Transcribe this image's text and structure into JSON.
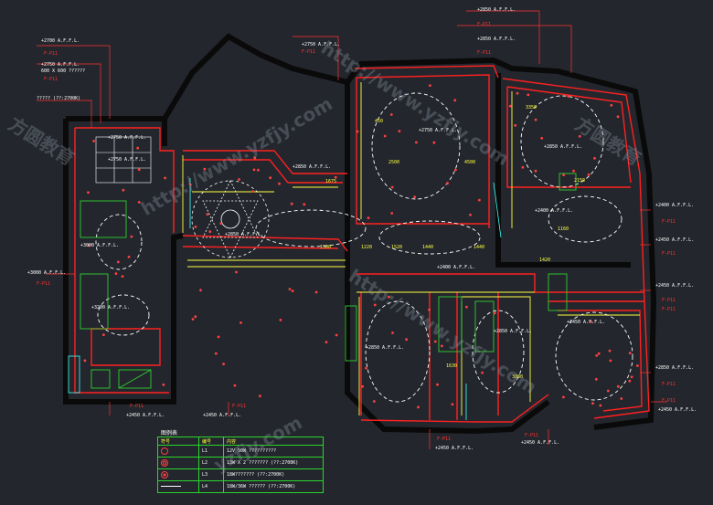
{
  "plan": {
    "labels_white": [
      {
        "text": "+2700 A.F.F.L.",
        "id": "t1"
      },
      {
        "text": "+2750 A.F.F.L.",
        "id": "t2"
      },
      {
        "text": "600 X 600 ??????",
        "id": "t3"
      },
      {
        "text": "????? (??:2700K)",
        "id": "t4"
      },
      {
        "text": "+2750 A.F.F.L.",
        "id": "t5"
      },
      {
        "text": "+2850 A.F.F.L.",
        "id": "t6"
      },
      {
        "text": "+2850 A.F.F.L.",
        "id": "t7"
      },
      {
        "text": "+2750 A.F.F.L.",
        "id": "t8"
      },
      {
        "text": "+2750 A.F.F.L.",
        "id": "t9"
      },
      {
        "text": "+2750 A.F.F.L.",
        "id": "t10"
      },
      {
        "text": "+2850 A.F.F.L.",
        "id": "t11"
      },
      {
        "text": "+3000 A.F.F.L.",
        "id": "t12"
      },
      {
        "text": "+3000 A.F.F.L.",
        "id": "t13"
      },
      {
        "text": "+2850 A.F.F.L.",
        "id": "t14"
      },
      {
        "text": "+2400 A.F.F.L.",
        "id": "t15"
      },
      {
        "text": "+2400 A.F.F.L.",
        "id": "t16"
      },
      {
        "text": "+2400 A.F.F.L.",
        "id": "t17"
      },
      {
        "text": "+2450 A.F.F.L.",
        "id": "t18"
      },
      {
        "text": "+2450 A.F.F.L.",
        "id": "t19"
      },
      {
        "text": "+2850 A.F.F.L.",
        "id": "t20"
      },
      {
        "text": "+2850 A.F.F.L.",
        "id": "t21"
      },
      {
        "text": "+2850 A.F.F.L.",
        "id": "t22"
      },
      {
        "text": "+2450 A.F.F.L.",
        "id": "t23"
      },
      {
        "text": "+2450 A.F.F.L.",
        "id": "t24"
      },
      {
        "text": "+2450 A.F.F.L.",
        "id": "t25"
      },
      {
        "text": "+2450 A.F.F.L.",
        "id": "t26"
      },
      {
        "text": "+2450 A.F.F.L.",
        "id": "t27"
      },
      {
        "text": "+2450 A.F.F.L.",
        "id": "t28"
      },
      {
        "text": "+3200 A.F.F.L.",
        "id": "t29"
      },
      {
        "text": "+2850 A.F.F.L.",
        "id": "t30"
      }
    ],
    "labels_red": [
      {
        "text": "F-P11",
        "id": "r1"
      },
      {
        "text": "F-P11",
        "id": "r2"
      },
      {
        "text": "F-P11",
        "id": "r3"
      },
      {
        "text": "F-P11",
        "id": "r4"
      },
      {
        "text": "F-P11",
        "id": "r5"
      },
      {
        "text": "F-P11",
        "id": "r6"
      },
      {
        "text": "F-P11",
        "id": "r7"
      },
      {
        "text": "F-P11",
        "id": "r8"
      },
      {
        "text": "F-P11",
        "id": "r9"
      },
      {
        "text": "F-P11",
        "id": "r10"
      },
      {
        "text": "F-P11",
        "id": "r11"
      },
      {
        "text": "F-P11",
        "id": "r12"
      },
      {
        "text": "F-P11",
        "id": "r13"
      },
      {
        "text": "F-P11",
        "id": "r14"
      },
      {
        "text": "F-P11",
        "id": "r15"
      },
      {
        "text": "F-P11",
        "id": "r16"
      }
    ],
    "dims": [
      "1500",
      "1220",
      "1520",
      "1440",
      "1440",
      "1420",
      "2500",
      "4500",
      "3350",
      "2150",
      "450",
      "1675",
      "3880",
      "1630",
      "1160"
    ]
  },
  "legend": {
    "title": "图例表",
    "head": [
      "符号",
      "编号",
      "内容"
    ],
    "rows": [
      {
        "code": "L1",
        "desc": "12V 50W ??????????"
      },
      {
        "code": "L2",
        "desc": "13W X 2 ??????? (??:2700K)"
      },
      {
        "code": "L3",
        "desc": "18W??????? (??:2700K)"
      },
      {
        "code": "L4",
        "desc": "18W/36W ?????? (??:2700K)"
      }
    ]
  },
  "watermark": {
    "text1": "http://www.yzfjy.com",
    "text2": "方圆教育",
    "text3": "yzfjy.com"
  },
  "colors": {
    "wall": "#ff2020",
    "fill": "#ff3030",
    "dim": "#ffff40",
    "cyan": "#40ffff",
    "green": "#30d030",
    "bg": "#23272d"
  }
}
